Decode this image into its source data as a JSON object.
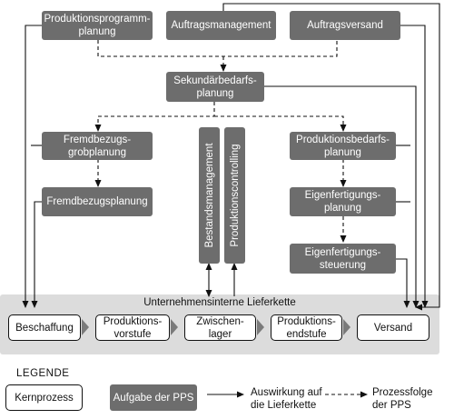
{
  "tasks": {
    "produktionsprogrammplanung": "Produktionsprogramm-\nplanung",
    "auftragsmanagement": "Auftragsmanagement",
    "auftragsversand": "Auftragsversand",
    "sekundaerbedarfsplanung": "Sekundärbedarfs-\nplanung",
    "fremdbezugsgrobplanung": "Fremdbezugs-\ngrobplanung",
    "fremdbezugsplanung": "Fremdbezugsplanung",
    "bestandsmanagement": "Bestandsmanagement",
    "produktionscontrolling": "Produktionscontrolling",
    "produktionsbedarfsplanung": "Produktionsbedarfs-\nplanung",
    "eigenfertigungsplanung": "Eigenfertigungs-\nplanung",
    "eigenfertigungssteuerung": "Eigenfertigungs-\nsteuerung"
  },
  "supply_chain": {
    "title": "Unternehmensinterne Lieferkette",
    "processes": [
      "Beschaffung",
      "Produktions-\nvorstufe",
      "Zwischen-\nlager",
      "Produktions-\nendstufe",
      "Versand"
    ]
  },
  "legend": {
    "title": "LEGENDE",
    "kernprozess": "Kernprozess",
    "aufgabe": "Aufgabe der PPS",
    "auswirkung": "Auswirkung auf\ndie Lieferkette",
    "prozessfolge": "Prozessfolge\nder PPS"
  },
  "colors": {
    "task_fill": "#6d6d6d",
    "band_fill": "#dcdcdc",
    "line": "#111111"
  }
}
